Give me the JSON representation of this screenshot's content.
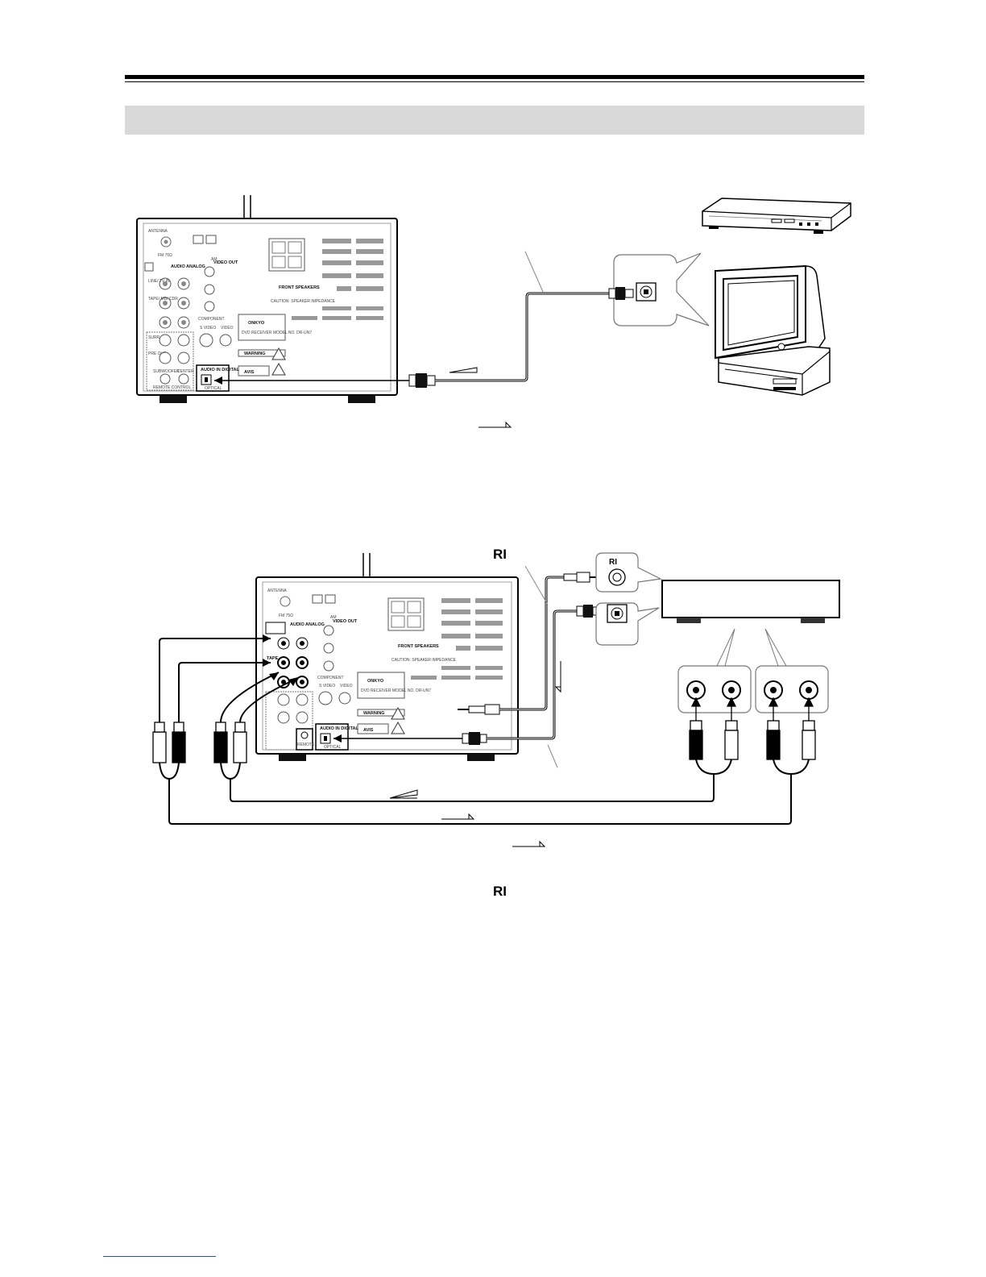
{
  "diagram1": {
    "unit_labels": {
      "antenna": "ANTENNA",
      "fm": "FM 75Ω",
      "am": "AM",
      "audio_analog": "AUDIO ANALOG",
      "line_tv_in": "LINE/ TV IN",
      "tape_md_cdr": "TAPE/ MD/ CDR",
      "video_out": "VIDEO OUT",
      "component": "COMPONENT",
      "s_video": "S VIDEO",
      "video": "VIDEO",
      "front_speakers": "FRONT SPEAKERS",
      "caution": "CAUTION: SPEAKER IMPEDANCE",
      "brand": "ONKYO",
      "model": "DVD RECEIVER MODEL NO. DR-UN7",
      "warning": "WARNING",
      "avis": "AVIS",
      "audio_in_digital": "AUDIO IN DIGITAL",
      "optical": "OPTICAL",
      "surr": "SURR",
      "pre_out": "PRE OUT",
      "subwoofer": "SUBWOOFER",
      "center": "CENTER",
      "remote_control": "REMOTE CONTROL"
    }
  },
  "diagram2": {
    "ri_label": "RI",
    "device_ri_label": "RI",
    "unit_labels": {
      "antenna": "ANTENNA",
      "fm": "FM 75Ω",
      "am": "AM",
      "audio_analog": "AUDIO ANALOG",
      "video_out": "VIDEO OUT",
      "front_speakers": "FRONT SPEAKERS",
      "caution": "CAUTION: SPEAKER IMPEDANCE",
      "brand": "ONKYO",
      "model": "DVD RECEIVER MODEL NO. DR-UN7",
      "component": "COMPONENT",
      "s_video": "S VIDEO",
      "video": "VIDEO",
      "warning": "WARNING",
      "avis": "AVIS",
      "audio_in_digital": "AUDIO IN DIGITAL",
      "optical": "OPTICAL",
      "remote_control": "REMOTE CONTROL",
      "tape": "TAPE"
    }
  },
  "caption_ri": "RI"
}
